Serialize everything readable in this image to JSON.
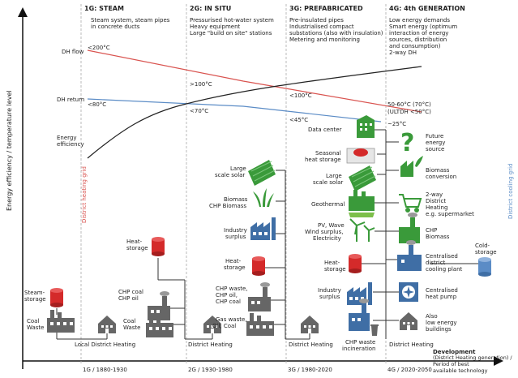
{
  "axes": {
    "y_label": "Energy efficiency / temperature level",
    "x_label_1": "Development",
    "x_label_2": "(District Heating generation) /",
    "x_label_3": "Period of best",
    "x_label_4": "available technology"
  },
  "generations": [
    {
      "title": "1G: STEAM",
      "period": "1G / 1880-1930",
      "desc": [
        "Steam system, steam pipes",
        "in concrete ducts"
      ]
    },
    {
      "title": "2G: IN SITU",
      "period": "2G / 1930-1980",
      "desc": [
        "Pressurised hot-water system",
        "Heavy equipment",
        "Large \"build on site\" stations"
      ]
    },
    {
      "title": "3G: PREFABRICATED",
      "period": "3G / 1980-2020",
      "desc": [
        "Pre-insulated pipes",
        "Industrialised compact",
        "substations (also with insulation)",
        "Metering and monitoring"
      ]
    },
    {
      "title": "4G: 4th GENERATION",
      "period": "4G / 2020-2050",
      "desc": [
        "Low energy demands",
        "Smart energy (optimum",
        "interaction of energy",
        "sources, distribution",
        "and consumption)",
        "2-way DH"
      ]
    }
  ],
  "curves": {
    "dh_flow": "DH flow",
    "dh_return": "DH return",
    "efficiency_1": "Energy",
    "efficiency_2": "efficiency",
    "flow_temps": [
      "<200°C",
      ">100°C",
      "<100°C",
      "50-60°C (70°C)",
      "(ULTDH <50°C)"
    ],
    "return_temps": [
      "<80°C",
      "<70°C",
      "<45°C",
      "~25°C"
    ]
  },
  "grids": {
    "heating": "District heating grid",
    "cooling": "District cooling grid"
  },
  "g1": {
    "steam_storage": [
      "Steam-",
      "storage"
    ],
    "coal_waste": [
      "Coal",
      "Waste"
    ],
    "network": "Local District Heating"
  },
  "g2": {
    "heat_storage": [
      "Heat-",
      "storage"
    ],
    "chp": [
      "CHP coal",
      "CHP oil"
    ],
    "coal_waste": [
      "Coal",
      "Waste"
    ],
    "network": "District Heating"
  },
  "g3": {
    "large_solar": [
      "Large",
      "scale solar"
    ],
    "biomass": [
      "Biomass",
      "CHP Biomass"
    ],
    "industry": [
      "Industry",
      "surplus"
    ],
    "heat_storage": [
      "Heat-",
      "storage"
    ],
    "chp": [
      "CHP waste,",
      "CHP oil,",
      "CHP coal"
    ],
    "gas": [
      "Gas waste,",
      "Oil, Coal"
    ],
    "network": "District Heating"
  },
  "g4": {
    "data_center": "Data center",
    "seasonal": [
      "Seasonal",
      "heat storage"
    ],
    "large_solar": [
      "Large",
      "scale solar"
    ],
    "geothermal": "Geothermal",
    "pv_wind": [
      "PV, Wave",
      "Wind surplus,",
      "Electricity"
    ],
    "heat_storage": [
      "Heat-",
      "storage"
    ],
    "industry": [
      "Industry",
      "surplus"
    ],
    "chp_waste": [
      "CHP waste",
      "incineration"
    ],
    "future": [
      "Future",
      "energy",
      "source"
    ],
    "biomass_conv": [
      "Biomass",
      "conversion"
    ],
    "two_way": [
      "2-way",
      "District",
      "Heating",
      "e.g. supermarket"
    ],
    "chp_biomass": [
      "CHP",
      "Biomass"
    ],
    "cooling_plant": [
      "Centralised",
      "district",
      "cooling plant"
    ],
    "heat_pump": [
      "Centralised",
      "heat pump"
    ],
    "low_energy": [
      "Also",
      "low energy",
      "buildings"
    ],
    "cold_storage": [
      "Cold-",
      "storage"
    ],
    "network": "District Heating"
  },
  "colors": {
    "flow": "#d9534f",
    "return": "#5b8cc6",
    "efficiency": "#222222",
    "icon_gray": "#666666",
    "storage_red": "#d42a2a",
    "green": "#3a9a3a",
    "blue_icon": "#3f6ea5",
    "grid_line": "#333333",
    "divider": "#aaaaaa",
    "cooling_label": "#5b8cc6",
    "heating_label": "#d9534f"
  }
}
